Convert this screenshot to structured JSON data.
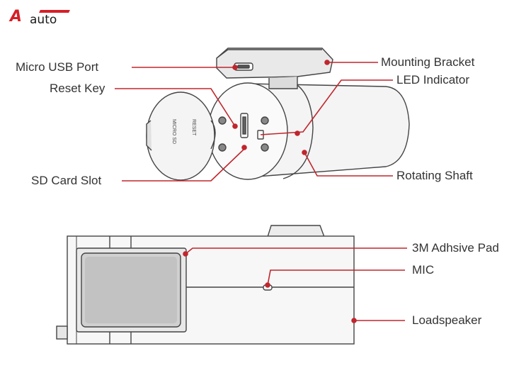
{
  "logo": {
    "mark": "A",
    "text": "auto",
    "accent": "#d61f26"
  },
  "colors": {
    "leader": "#c0262d",
    "outline": "#444444",
    "body_fill": "#f7f7f7"
  },
  "cover": {
    "line1": "RESET",
    "line2": "MICRO SD"
  },
  "labels": {
    "micro_usb_port": "Micro USB Port",
    "reset_key": "Reset Key",
    "sd_card_slot": "SD Card Slot",
    "mounting_bracket": "Mounting Bracket",
    "led_indicator": "LED Indicator",
    "rotating_shaft": "Rotating Shaft",
    "adhesive_pad": "3M Adhsive Pad",
    "mic": "MIC",
    "loudspeaker": "Loadspeaker"
  }
}
